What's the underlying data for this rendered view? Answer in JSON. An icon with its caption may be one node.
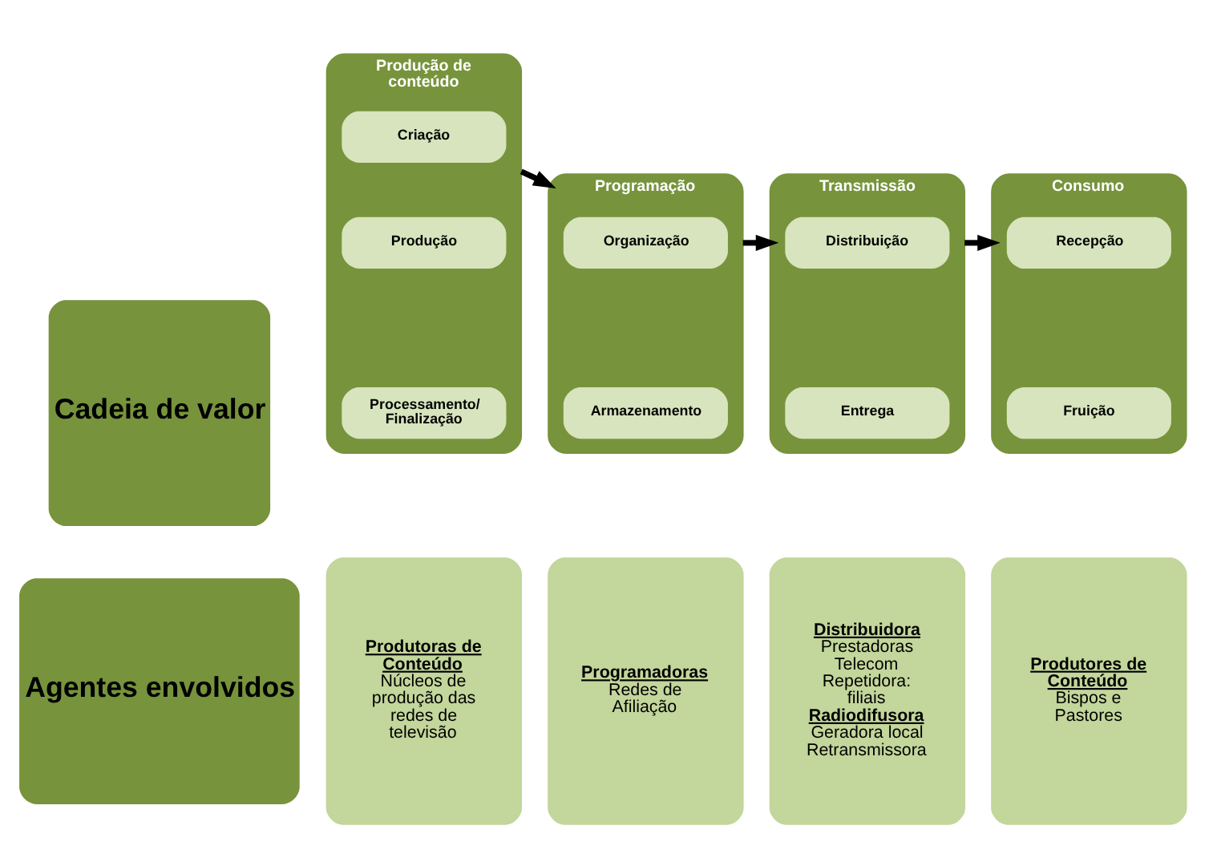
{
  "diagram": {
    "nodes": [
      {
        "text": [
          "Cadeia de valor"
        ]
      },
      {
        "text": [
          "Produção de conteúdo"
        ]
      },
      {
        "text": [
          "Criação"
        ],
        "in": 1
      },
      {
        "text": [
          "Produção"
        ],
        "in": 1
      },
      {
        "text": [
          "Processamento/ Finalização"
        ],
        "in": 1
      },
      {
        "text": [
          "Programação"
        ]
      },
      {
        "text": [
          "Organização"
        ],
        "in": 5
      },
      {
        "text": [
          "Armazenamento"
        ],
        "in": 5
      },
      {
        "text": [
          "Transmissão"
        ]
      },
      {
        "text": [
          "Distribuição"
        ],
        "in": 8
      },
      {
        "text": [
          "Entrega"
        ],
        "in": 8
      },
      {
        "text": [
          "Consumo"
        ]
      },
      {
        "text": [
          "Recepção"
        ],
        "in": 11
      },
      {
        "text": [
          "Fruição"
        ],
        "in": 11
      },
      {
        "text": [
          "Agentes envolvidos"
        ]
      },
      {
        "text": [
          "Produtoras de Conteúdo",
          "Núcleos de produção das redes de televisão"
        ]
      },
      {
        "text": [
          "Programadoras",
          "Redes de Afiliação"
        ]
      },
      {
        "text": [
          "Distribuidora",
          "Prestadoras Telecom",
          "Repetidora: filiais",
          "Radiodifusora",
          "Geradora local",
          "Retransmissora"
        ]
      },
      {
        "text": [
          "Produtores de Conteúdo",
          "Bispos e Pastores"
        ]
      }
    ],
    "edges": [
      {
        "from": 1,
        "to": 5,
        "arrow": "to"
      },
      {
        "from": 5,
        "to": 8,
        "arrow": "to"
      },
      {
        "from": 8,
        "to": 11,
        "arrow": "to"
      }
    ]
  }
}
